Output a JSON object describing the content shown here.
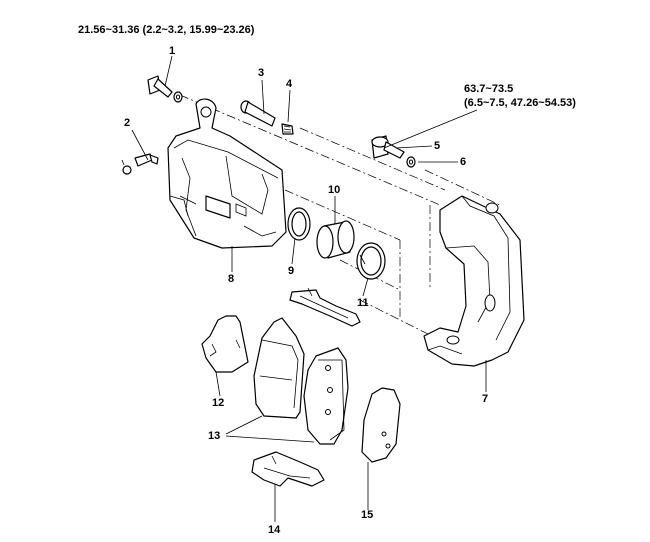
{
  "torque_specs": {
    "caliper_bolt": "21.56~31.36 (2.2~3.2, 15.99~23.26)",
    "bracket_bolt_line1": "63.7~73.5",
    "bracket_bolt_line2": "(6.5~7.5, 47.26~54.53)"
  },
  "callouts": [
    "1",
    "2",
    "3",
    "4",
    "5",
    "6",
    "7",
    "8",
    "9",
    "10",
    "11",
    "12",
    "13",
    "14",
    "15"
  ]
}
